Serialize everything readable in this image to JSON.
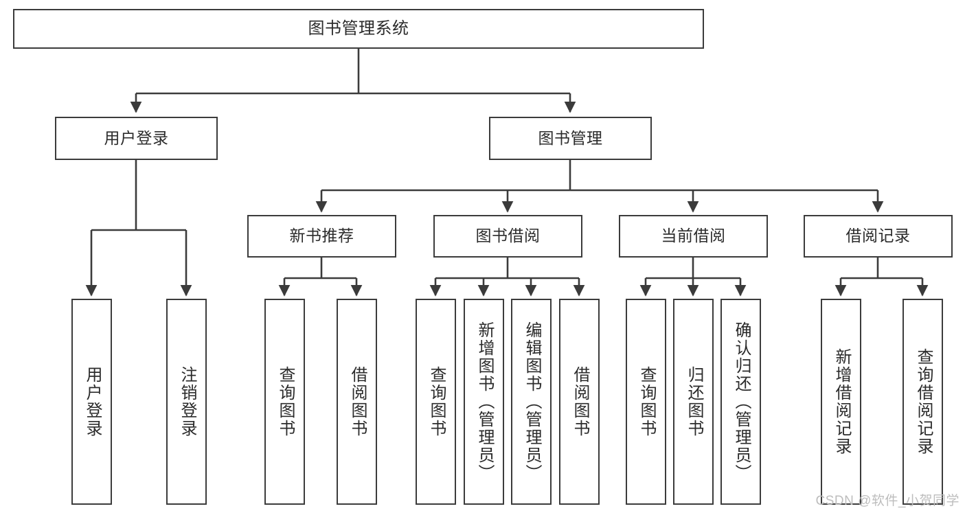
{
  "diagram": {
    "title": "图书管理系统",
    "type": "hierarchy-tree",
    "line_color": "#3b3b3b",
    "box_fill": "#ffffff",
    "text_color": "#2b2b2b",
    "nodes": {
      "root": "图书管理系统",
      "user_login": "用户登录",
      "book_manage": "图书管理",
      "new_book_rec": "新书推荐",
      "book_borrow": "图书借阅",
      "current_borrow": "当前借阅",
      "borrow_record": "借阅记录",
      "leaf_user_login": "用户登录",
      "leaf_logout": "注销登录",
      "leaf_query_book_1": "查询图书",
      "leaf_borrow_book_1": "借阅图书",
      "leaf_query_book_2": "查询图书",
      "leaf_add_book": "新增图书（管理员）",
      "leaf_edit_book": "编辑图书（管理员）",
      "leaf_borrow_book_2": "借阅图书",
      "leaf_query_book_3": "查询图书",
      "leaf_return_book": "归还图书",
      "leaf_confirm_return": "确认归还（管理员）",
      "leaf_add_record": "新增借阅记录",
      "leaf_query_record": "查询借阅记录"
    }
  },
  "watermark": {
    "text": "CSDN @软件_小贺同学"
  }
}
